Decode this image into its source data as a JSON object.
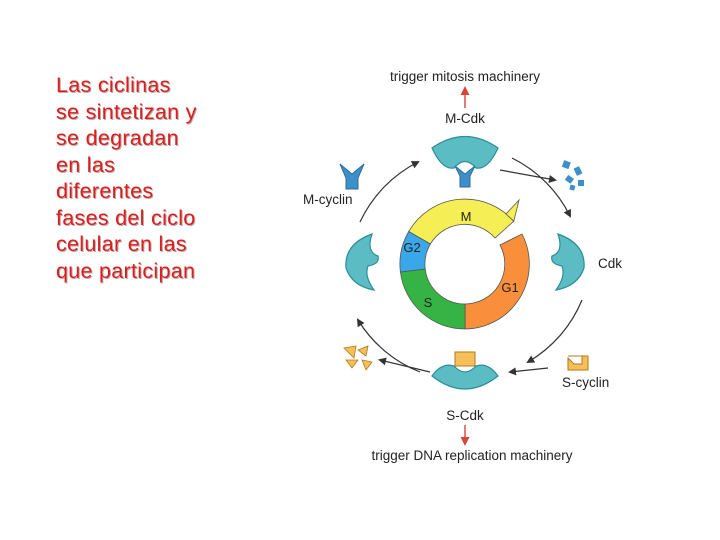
{
  "caption": {
    "lines": [
      "Las ciclinas",
      "se sintetizan y",
      "se degradan",
      "en las",
      "diferentes",
      "fases del ciclo",
      "celular en las",
      "que participan"
    ]
  },
  "diagram": {
    "trigger_top": "trigger mitosis machinery",
    "m_cdk": "M-Cdk",
    "m_cyclin": "M-cyclin",
    "cdk": "Cdk",
    "s_cyclin": "S-cyclin",
    "s_cdk": "S-Cdk",
    "trigger_bottom": "trigger DNA replication machinery",
    "phases": {
      "m": "M",
      "g2": "G2",
      "s": "S",
      "g1": "G1"
    },
    "colors": {
      "cdk_teal": "#5bbcc4",
      "cdk_outline": "#2a8f99",
      "m_phase": "#f5ef55",
      "g2_phase": "#3aa7e8",
      "s_phase": "#35b445",
      "g1_phase": "#f98f3a",
      "s_cyclin": "#f5c05a",
      "caption_red": "#e31b1b",
      "arrow_red": "#d9453a"
    }
  }
}
